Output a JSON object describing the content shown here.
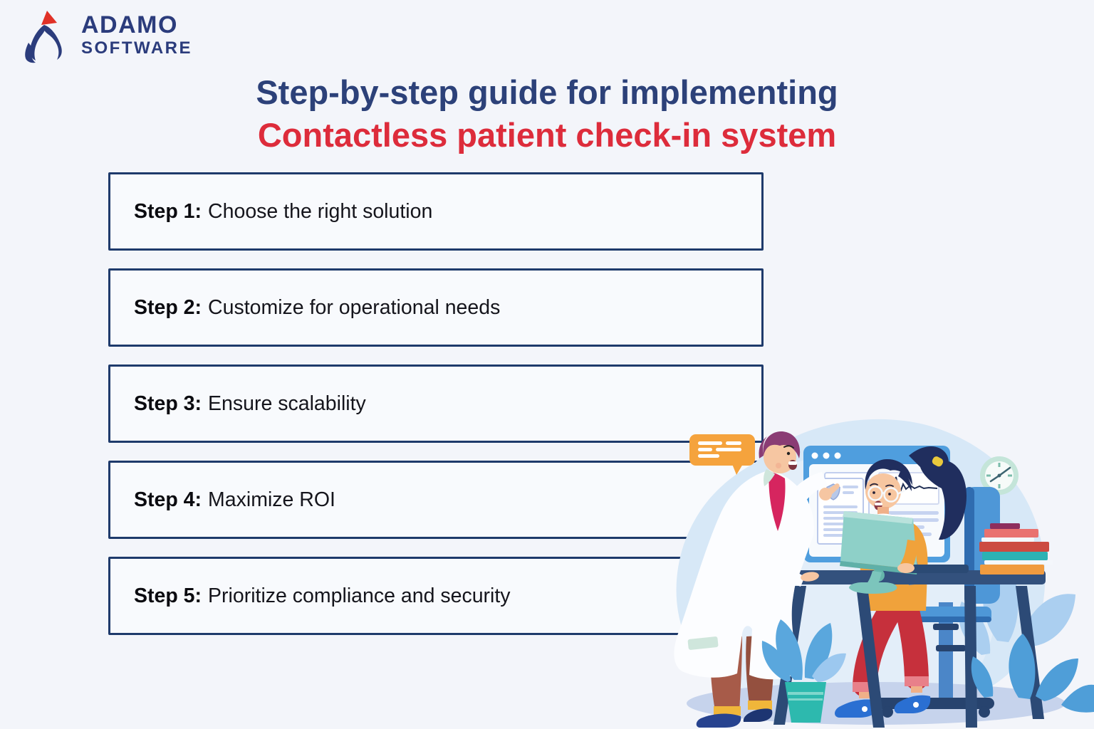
{
  "logo": {
    "name": "ADAMO",
    "subtitle": "SOFTWARE",
    "navy": "#2b3c7c",
    "red": "#e03127"
  },
  "title": {
    "line1": "Step-by-step guide for implementing",
    "line2": "Contactless patient check-in system",
    "line1_color": "#2c4179",
    "line2_color": "#dd2c3b"
  },
  "steps": [
    {
      "label": "Step 1:",
      "text": "Choose the right solution"
    },
    {
      "label": "Step 2:",
      "text": "Customize for operational needs"
    },
    {
      "label": "Step 3:",
      "text": "Ensure scalability"
    },
    {
      "label": "Step 4:",
      "text": "Maximize ROI"
    },
    {
      "label": "Step 5:",
      "text": "Prioritize compliance and security"
    }
  ],
  "step_box_style": {
    "border_color": "#1e3a6b",
    "background": "#f8fafd",
    "label_color": "#0b0b10"
  },
  "illustration": {
    "description": "Doctor pointing at a floating medical browser window while a receptionist works at a desk computer",
    "elements": [
      "speech-bubble",
      "doctor",
      "browser-window",
      "shield-icon",
      "ecg-line",
      "receptionist",
      "monitor",
      "desk",
      "office-chair",
      "wall-clock",
      "books-stack",
      "plant-pot",
      "leaves"
    ],
    "colors": {
      "blob": "#d7e8f7",
      "blob_inner": "#e3eef9",
      "floor": "#c6d3ec",
      "bubble_orange": "#f5a33d",
      "window_blue": "#4f9ede",
      "monitor_teal": "#8ed0c8",
      "desk_navy": "#33517d",
      "chair_blue": "#4e97d7",
      "coat_white": "#fcfdff",
      "shirt_magenta": "#d6255f",
      "doctor_hair": "#8a3c74",
      "doctor_pants": "#a75b49",
      "woman_top_orange": "#f0a23b",
      "woman_hair": "#202e5e",
      "woman_pants_red": "#c6303c",
      "sneaker_blue": "#2a6fd2",
      "plant_teal": "#2db9ae",
      "leaf_blue": "#4f9ed8"
    }
  }
}
